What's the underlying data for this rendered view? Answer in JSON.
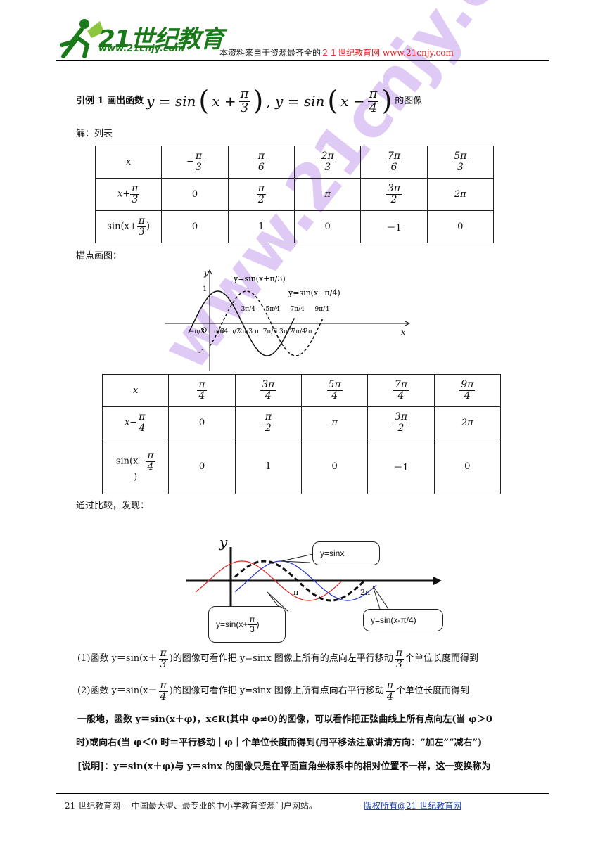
{
  "header": {
    "logo_text": "21世纪教育",
    "logo_url": "www.21cnjy.com",
    "note_prefix": "本资料来自于资源最齐全的",
    "note_red": "２１世纪教育网",
    "note_url": "www.21cnjy.com"
  },
  "example": {
    "label": "引例 1 画出函数",
    "expr1_prefix": "y = sin",
    "expr1_inner_var": "x +",
    "pi": "π",
    "den3": "3",
    "den4": "4",
    "expr2_prefix": ", y = sin",
    "expr2_inner_var": "x −",
    "suffix": "的图像"
  },
  "solution_label": "解：列表",
  "table1": {
    "row_labels": [
      "x",
      "x+",
      "sin(x+",
      ")"
    ],
    "x_row": [
      {
        "sign": "−",
        "num": "π",
        "den": "3"
      },
      {
        "sign": "",
        "num": "π",
        "den": "6"
      },
      {
        "sign": "",
        "num": "2π",
        "den": "3"
      },
      {
        "sign": "",
        "num": "7π",
        "den": "6"
      },
      {
        "sign": "",
        "num": "5π",
        "den": "3"
      }
    ],
    "arg_row": [
      "0",
      "π/2",
      "π",
      "3π/2",
      "2π"
    ],
    "arg_row_fracs": [
      {
        "text": "0"
      },
      {
        "num": "π",
        "den": "2"
      },
      {
        "text": "π"
      },
      {
        "num": "3π",
        "den": "2"
      },
      {
        "text": "2π"
      }
    ],
    "sin_row": [
      "0",
      "1",
      "0",
      "－1",
      "0"
    ]
  },
  "plot_label": "描点画图：",
  "graph1": {
    "label_a": "y=sin(x+π/3)",
    "label_b": "y=sin(x−π/4)",
    "y_ticks": [
      "1",
      "-1"
    ],
    "y_axis": "y",
    "x_axis": "x",
    "origin": "O",
    "x_ticks_below": [
      "−π/3",
      "π/6",
      "π/4",
      "π/2",
      "2π/3",
      "π",
      "7π/6",
      "3π/2",
      "7π/4",
      "2π"
    ],
    "x_ticks_above": [
      "3π/4",
      "5π/4",
      "7π/4",
      "9π/4"
    ]
  },
  "table2": {
    "row_labels": [
      "x",
      "x−",
      "sin(x−",
      ")"
    ],
    "x_row": [
      {
        "num": "π",
        "den": "4"
      },
      {
        "num": "3π",
        "den": "4"
      },
      {
        "num": "5π",
        "den": "4"
      },
      {
        "num": "7π",
        "den": "4"
      },
      {
        "num": "9π",
        "den": "4"
      }
    ],
    "arg_row_fracs": [
      {
        "text": "0"
      },
      {
        "num": "π",
        "den": "2"
      },
      {
        "text": "π"
      },
      {
        "num": "3π",
        "den": "2"
      },
      {
        "text": "2π"
      }
    ],
    "sin_row": [
      "0",
      "1",
      "0",
      "－1",
      "0"
    ]
  },
  "compare_label": "通过比较，发现：",
  "graph2": {
    "y_axis": "y",
    "pi_label": "π",
    "twopi_label": "2π",
    "callout_sinx": "y=sinx",
    "callout_plus": "y=sin(x+",
    "callout_plus_end": ")",
    "callout_minus": "y=sin(x-π/4)"
  },
  "statements": {
    "s1_a": "(1)函数 y＝sin(x＋",
    "s1_b": ")的图像可看作把 y=sinx 图像上所有的点向左平行移动",
    "s1_c": "个单位长度而得到",
    "s2_a": "(2)函数 y＝sin(x－",
    "s2_b": ")的图像可看作把 y=sinx 图像上所有点向右平行移动",
    "s2_c": "个单位长度而得到",
    "s3_line1": "一般地，函数 y＝sin(x＋φ)，x∈R(其中 φ≠0)的图像，可以看作把正弦曲线上所有点向左(当 φ＞0",
    "s3_line2": "时)或向右(当 φ＜0 时＝平行移动｜φ｜个单位长度而得到(用平移法注意讲清方向：“加左”“减右”)",
    "s4": "[说明]：y＝sin(x＋φ)与 y＝sinx 的图像只是在平面直角坐标系中的相对位置不一样，这一变换称为"
  },
  "watermark": "www.21cnjy.com",
  "footer": {
    "left": "21 世纪教育网 -- 中国最大型、最专业的中小学教育资源门户网站。",
    "right": "版权所有@21 世纪教育网"
  },
  "colors": {
    "logo_green": "#1a7a1a",
    "watermark": "#c9a8ee",
    "red_curve": "#d22",
    "blue_curve": "#2233cc",
    "link": "#1a3fb0"
  }
}
